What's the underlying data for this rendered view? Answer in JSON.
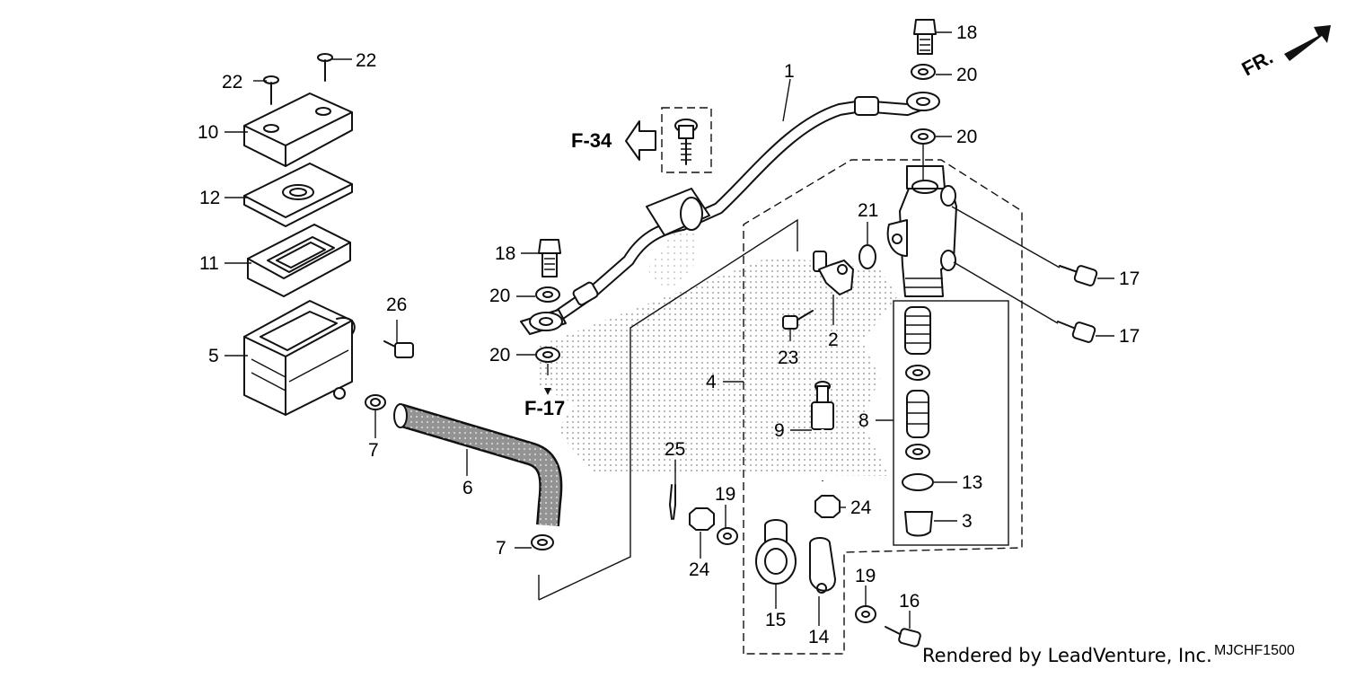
{
  "diagram": {
    "direction_label": "FR.",
    "diagram_code": "MJCHF1500",
    "rendered_by": "Rendered by LeadVenture, Inc.",
    "refs": {
      "f34": "F-34",
      "f17": "F-17"
    },
    "callouts": {
      "c1": "1",
      "c2": "2",
      "c3": "3",
      "c4": "4",
      "c5": "5",
      "c6": "6",
      "c7a": "7",
      "c7b": "7",
      "c8": "8",
      "c9": "9",
      "c10": "10",
      "c11": "11",
      "c12": "12",
      "c13": "13",
      "c14": "14",
      "c15": "15",
      "c16": "16",
      "c17a": "17",
      "c17b": "17",
      "c18a": "18",
      "c18b": "18",
      "c19a": "19",
      "c19b": "19",
      "c20a": "20",
      "c20b": "20",
      "c20c": "20",
      "c20d": "20",
      "c21": "21",
      "c22a": "22",
      "c22b": "22",
      "c23": "23",
      "c24a": "24",
      "c24b": "24",
      "c25": "25",
      "c26": "26"
    }
  }
}
